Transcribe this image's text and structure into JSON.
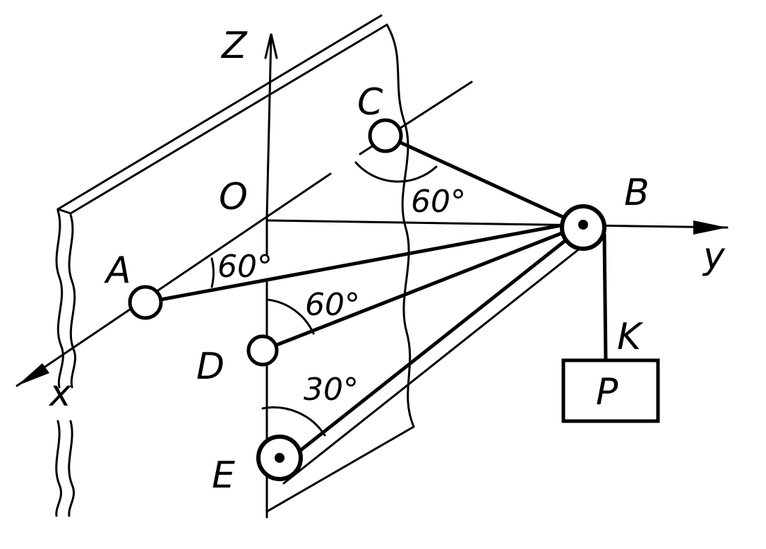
{
  "labels": {
    "axis_z": "Z",
    "axis_y": "y",
    "axis_x": "x",
    "origin": "O",
    "point_a": "A",
    "point_b": "B",
    "point_c": "C",
    "point_d": "D",
    "point_e": "E",
    "point_k": "K",
    "load": "P"
  },
  "angles": {
    "at_c": "60°",
    "at_o": "60°",
    "at_d": "60°",
    "at_e": "30°"
  },
  "colors": {
    "ink": "#000000",
    "paper": "#ffffff"
  }
}
